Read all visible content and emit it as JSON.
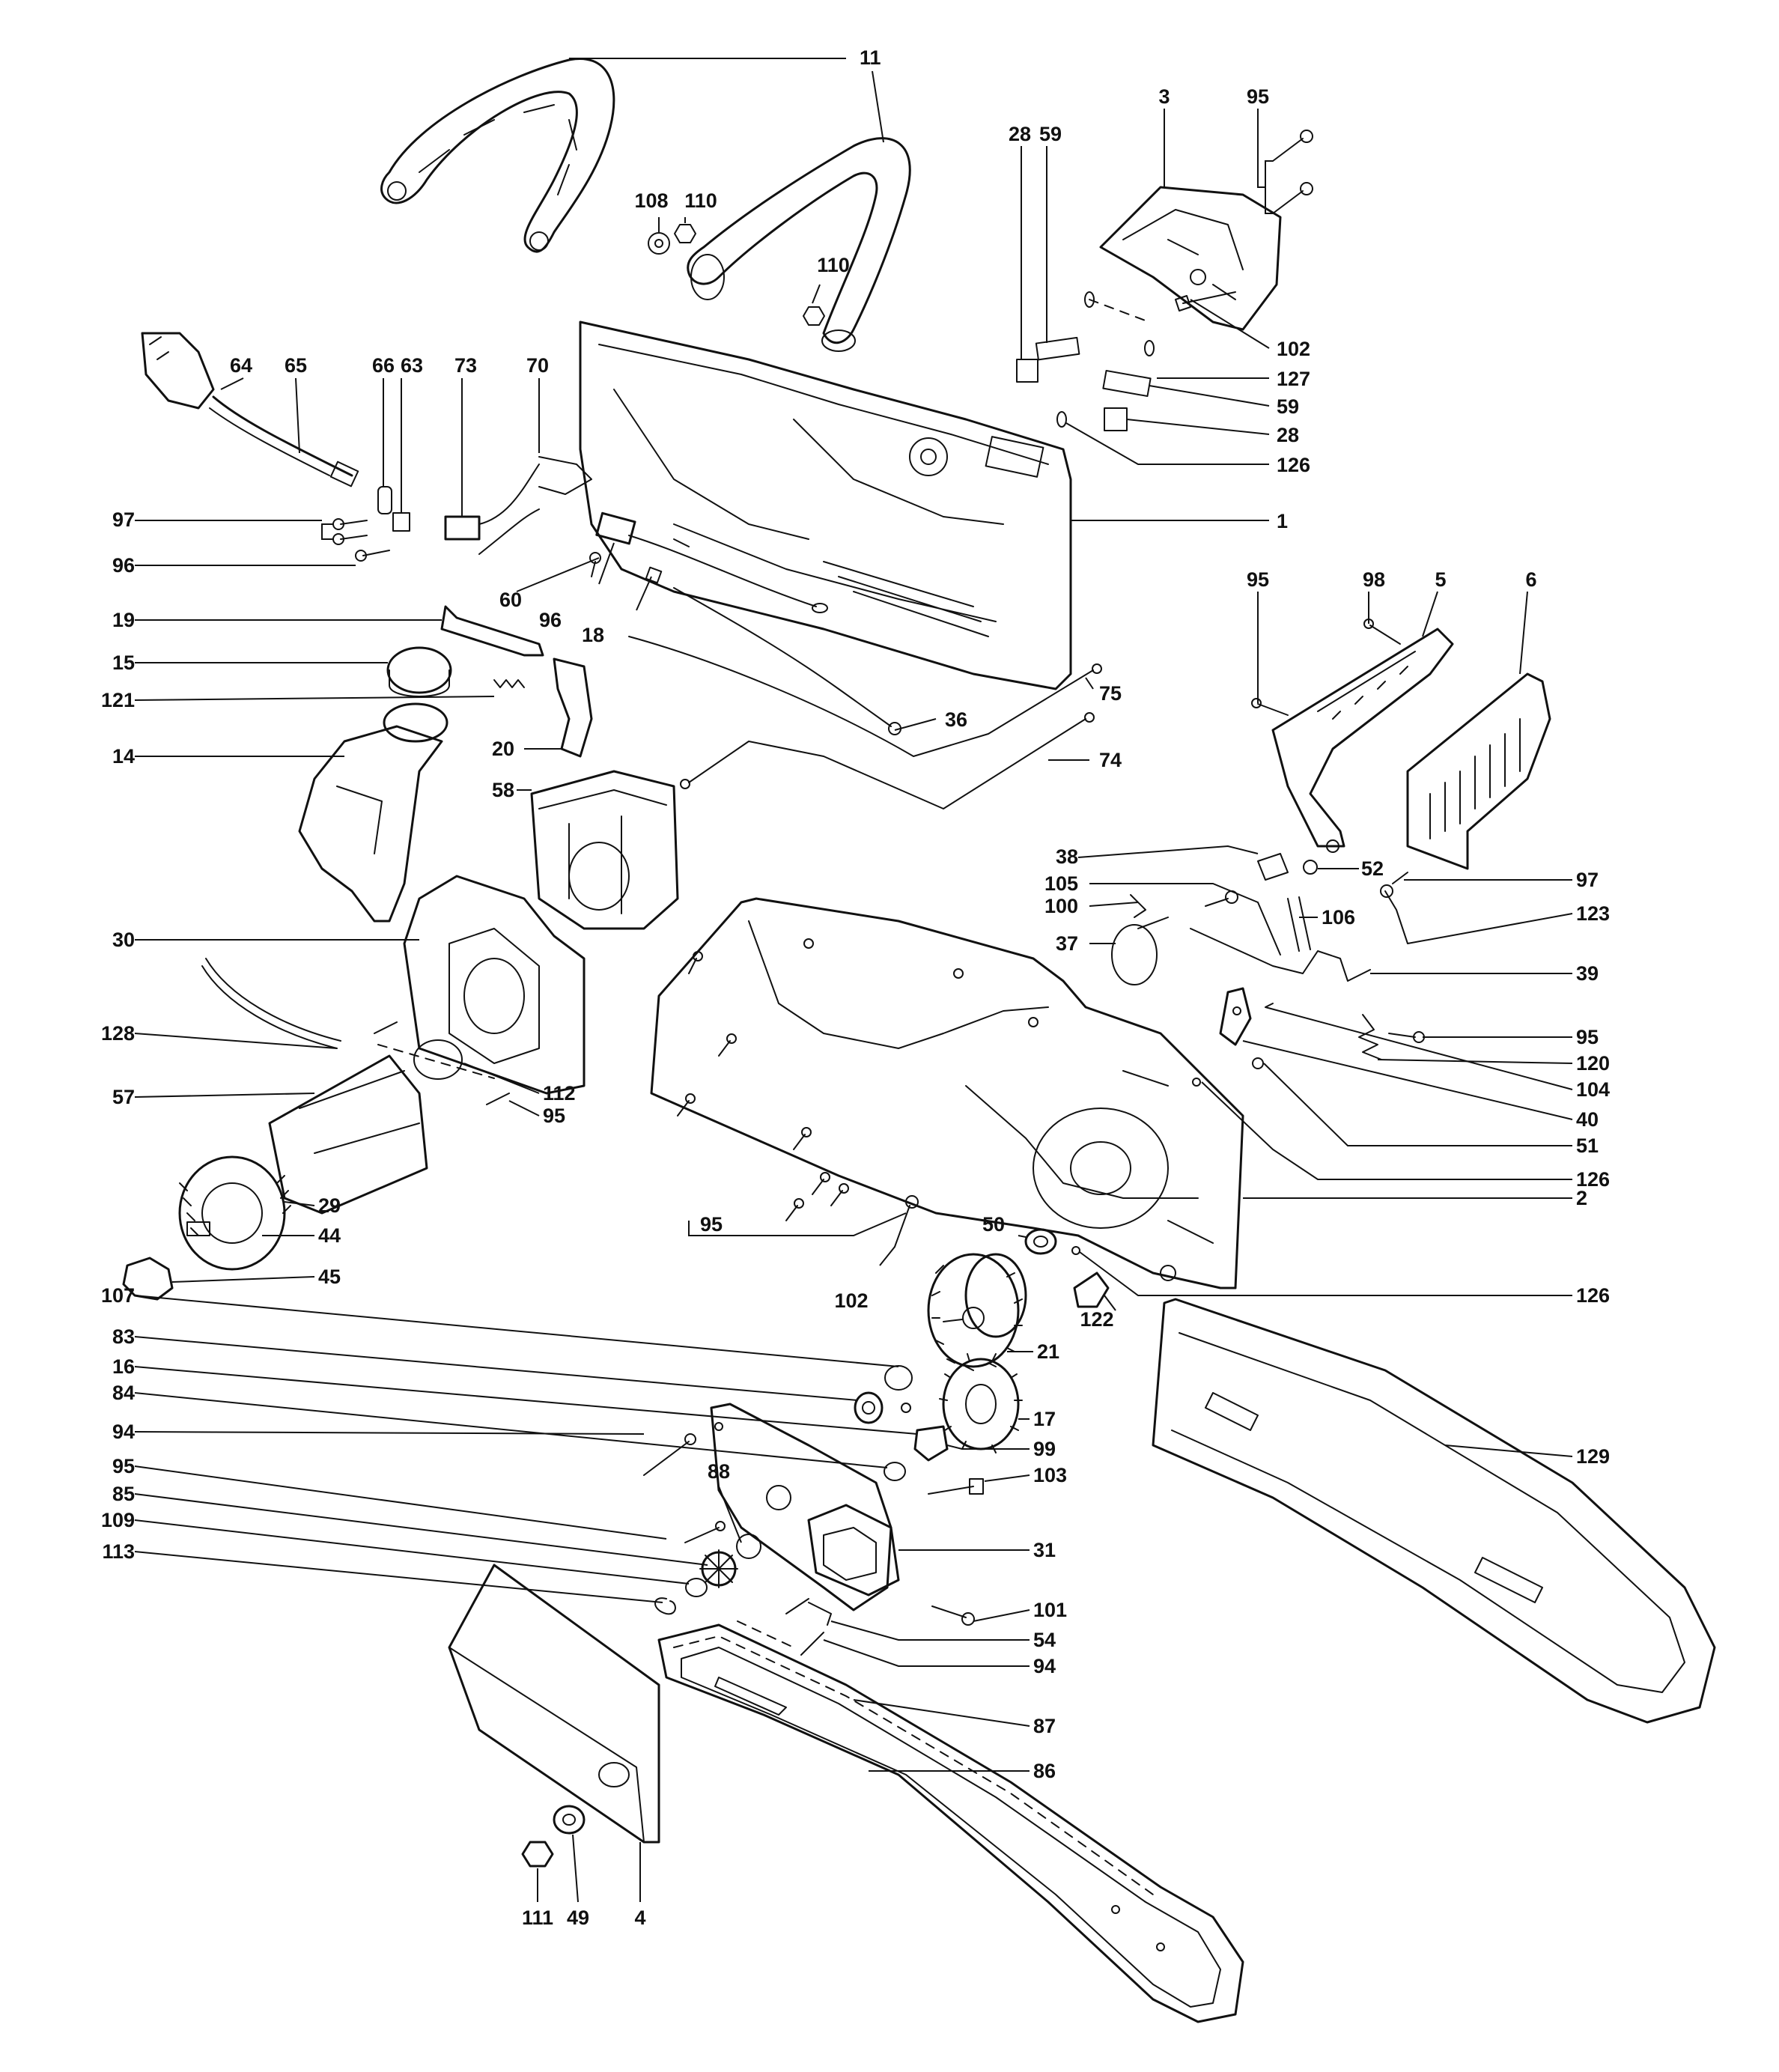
{
  "parts": {
    "p11": "11",
    "p3": "3",
    "p95a": "95",
    "p28a": "28",
    "p59a": "59",
    "p108": "108",
    "p110a": "110",
    "p110b": "110",
    "p102a": "102",
    "p127": "127",
    "p59b": "59",
    "p28b": "28",
    "p126a": "126",
    "p1": "1",
    "p64": "64",
    "p65": "65",
    "p66": "66",
    "p63": "63",
    "p73": "73",
    "p70": "70",
    "p97a": "97",
    "p96a": "96",
    "p60": "60",
    "p96b": "96",
    "p18": "18",
    "p19": "19",
    "p15": "15",
    "p121": "121",
    "p14": "14",
    "p20": "20",
    "p36": "36",
    "p75": "75",
    "p74": "74",
    "p58": "58",
    "p95b": "95",
    "p98": "98",
    "p5": "5",
    "p6": "6",
    "p38": "38",
    "p52": "52",
    "p105": "105",
    "p100": "100",
    "p106": "106",
    "p97b": "97",
    "p123": "123",
    "p37": "37",
    "p39": "39",
    "p95c": "95",
    "p120": "120",
    "p104": "104",
    "p40": "40",
    "p51": "51",
    "p126b": "126",
    "p2": "2",
    "p30": "30",
    "p128": "128",
    "p112": "112",
    "p57": "57",
    "p95d": "95",
    "p29": "29",
    "p44": "44",
    "p45": "45",
    "p95e": "95",
    "p50": "50",
    "p102b": "102",
    "p126c": "126",
    "p122": "122",
    "p21": "21",
    "p107": "107",
    "p83": "83",
    "p16": "16",
    "p84": "84",
    "p17": "17",
    "p94a": "94",
    "p99": "99",
    "p103": "103",
    "p95f": "95",
    "p88": "88",
    "p85": "85",
    "p109": "109",
    "p31": "31",
    "p113": "113",
    "p101": "101",
    "p54": "54",
    "p94b": "94",
    "p87": "87",
    "p86": "86",
    "p129": "129",
    "p111": "111",
    "p49": "49",
    "p4": "4"
  }
}
